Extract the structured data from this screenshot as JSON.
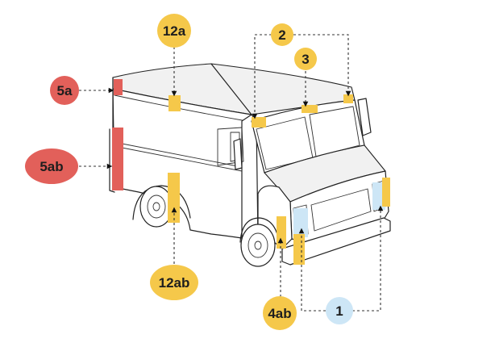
{
  "colors": {
    "amber_marker": "#f5c84a",
    "red_marker": "#e2605a",
    "blue_marker": "#cde6f6",
    "outline": "#222222",
    "background": "#ffffff"
  },
  "callouts": {
    "c12a": "12a",
    "c2": "2",
    "c3": "3",
    "c5a": "5a",
    "c5ab": "5ab",
    "c12ab": "12ab",
    "c4ab": "4ab",
    "c1": "1"
  }
}
